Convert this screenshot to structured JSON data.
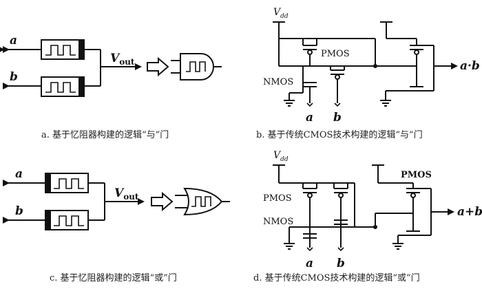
{
  "panels": {
    "a": {
      "caption": "a. 基于忆阻器构建的逻辑“与”门",
      "input1": "a",
      "input2": "b",
      "vout": "V",
      "vout_sub": "out"
    },
    "b": {
      "caption": "b. 基于传统CMOS技术构建的逻辑“与”门",
      "vdd": "V",
      "vdd_sub": "dd",
      "pmos": "PMOS",
      "nmos": "NMOS",
      "input1": "a",
      "input2": "b",
      "output": "a·b"
    },
    "c": {
      "caption": "c. 基于忆阻器构建的逻辑“或”门",
      "input1": "a",
      "input2": "b",
      "vout": "V",
      "vout_sub": "out"
    },
    "d": {
      "caption": "d. 基于传统CMOS技术构建的逻辑“或”门",
      "vdd": "V",
      "vdd_sub": "dd",
      "pmos_left": "PMOS",
      "pmos_right": "PMOS",
      "nmos": "NMOS",
      "input1": "a",
      "input2": "b",
      "output": "a+b"
    }
  }
}
